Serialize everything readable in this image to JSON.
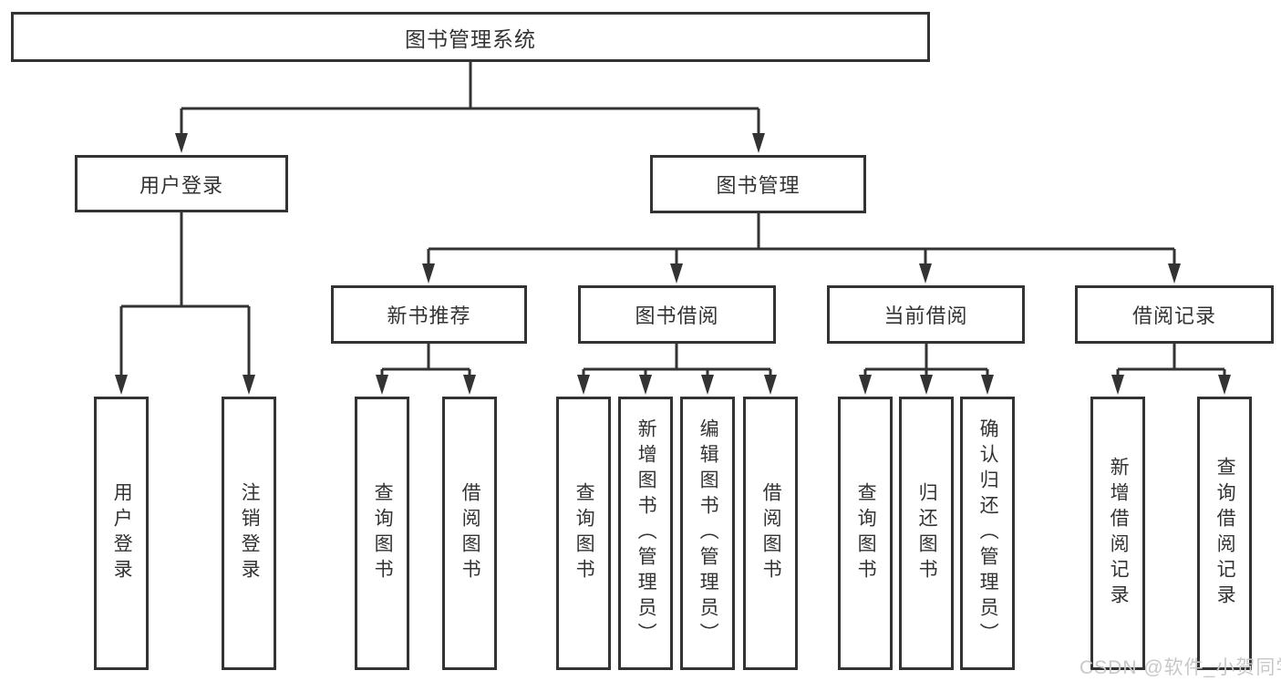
{
  "diagram": {
    "root": {
      "label": "图书管理系统"
    },
    "level2": [
      {
        "label": "用户登录"
      },
      {
        "label": "图书管理"
      }
    ],
    "level3": [
      {
        "label": "新书推荐"
      },
      {
        "label": "图书借阅"
      },
      {
        "label": "当前借阅"
      },
      {
        "label": "借阅记录"
      }
    ],
    "leaves": [
      {
        "label": "用户登录"
      },
      {
        "label": "注销登录"
      },
      {
        "label": "查询图书"
      },
      {
        "label": "借阅图书"
      },
      {
        "label": "查询图书"
      },
      {
        "label": "新增图书（管理员）"
      },
      {
        "label": "编辑图书（管理员）"
      },
      {
        "label": "借阅图书"
      },
      {
        "label": "查询图书"
      },
      {
        "label": "归还图书"
      },
      {
        "label": "确认归还（管理员）"
      },
      {
        "label": "新增借阅记录"
      },
      {
        "label": "查询借阅记录"
      }
    ]
  },
  "watermark": {
    "text": "CSDN @软件_小贺同学"
  },
  "colors": {
    "line": "#333333",
    "box_border": "#333333",
    "text": "#333333",
    "watermark": "#c8c8c8",
    "background": "#ffffff"
  }
}
